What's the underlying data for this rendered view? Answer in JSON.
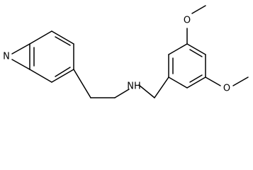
{
  "molecule": {
    "atoms": {
      "pyridine_n": "N",
      "amine_nh": "NH",
      "methoxy_o_top": "O",
      "methoxy_o_bottom": "O"
    }
  }
}
